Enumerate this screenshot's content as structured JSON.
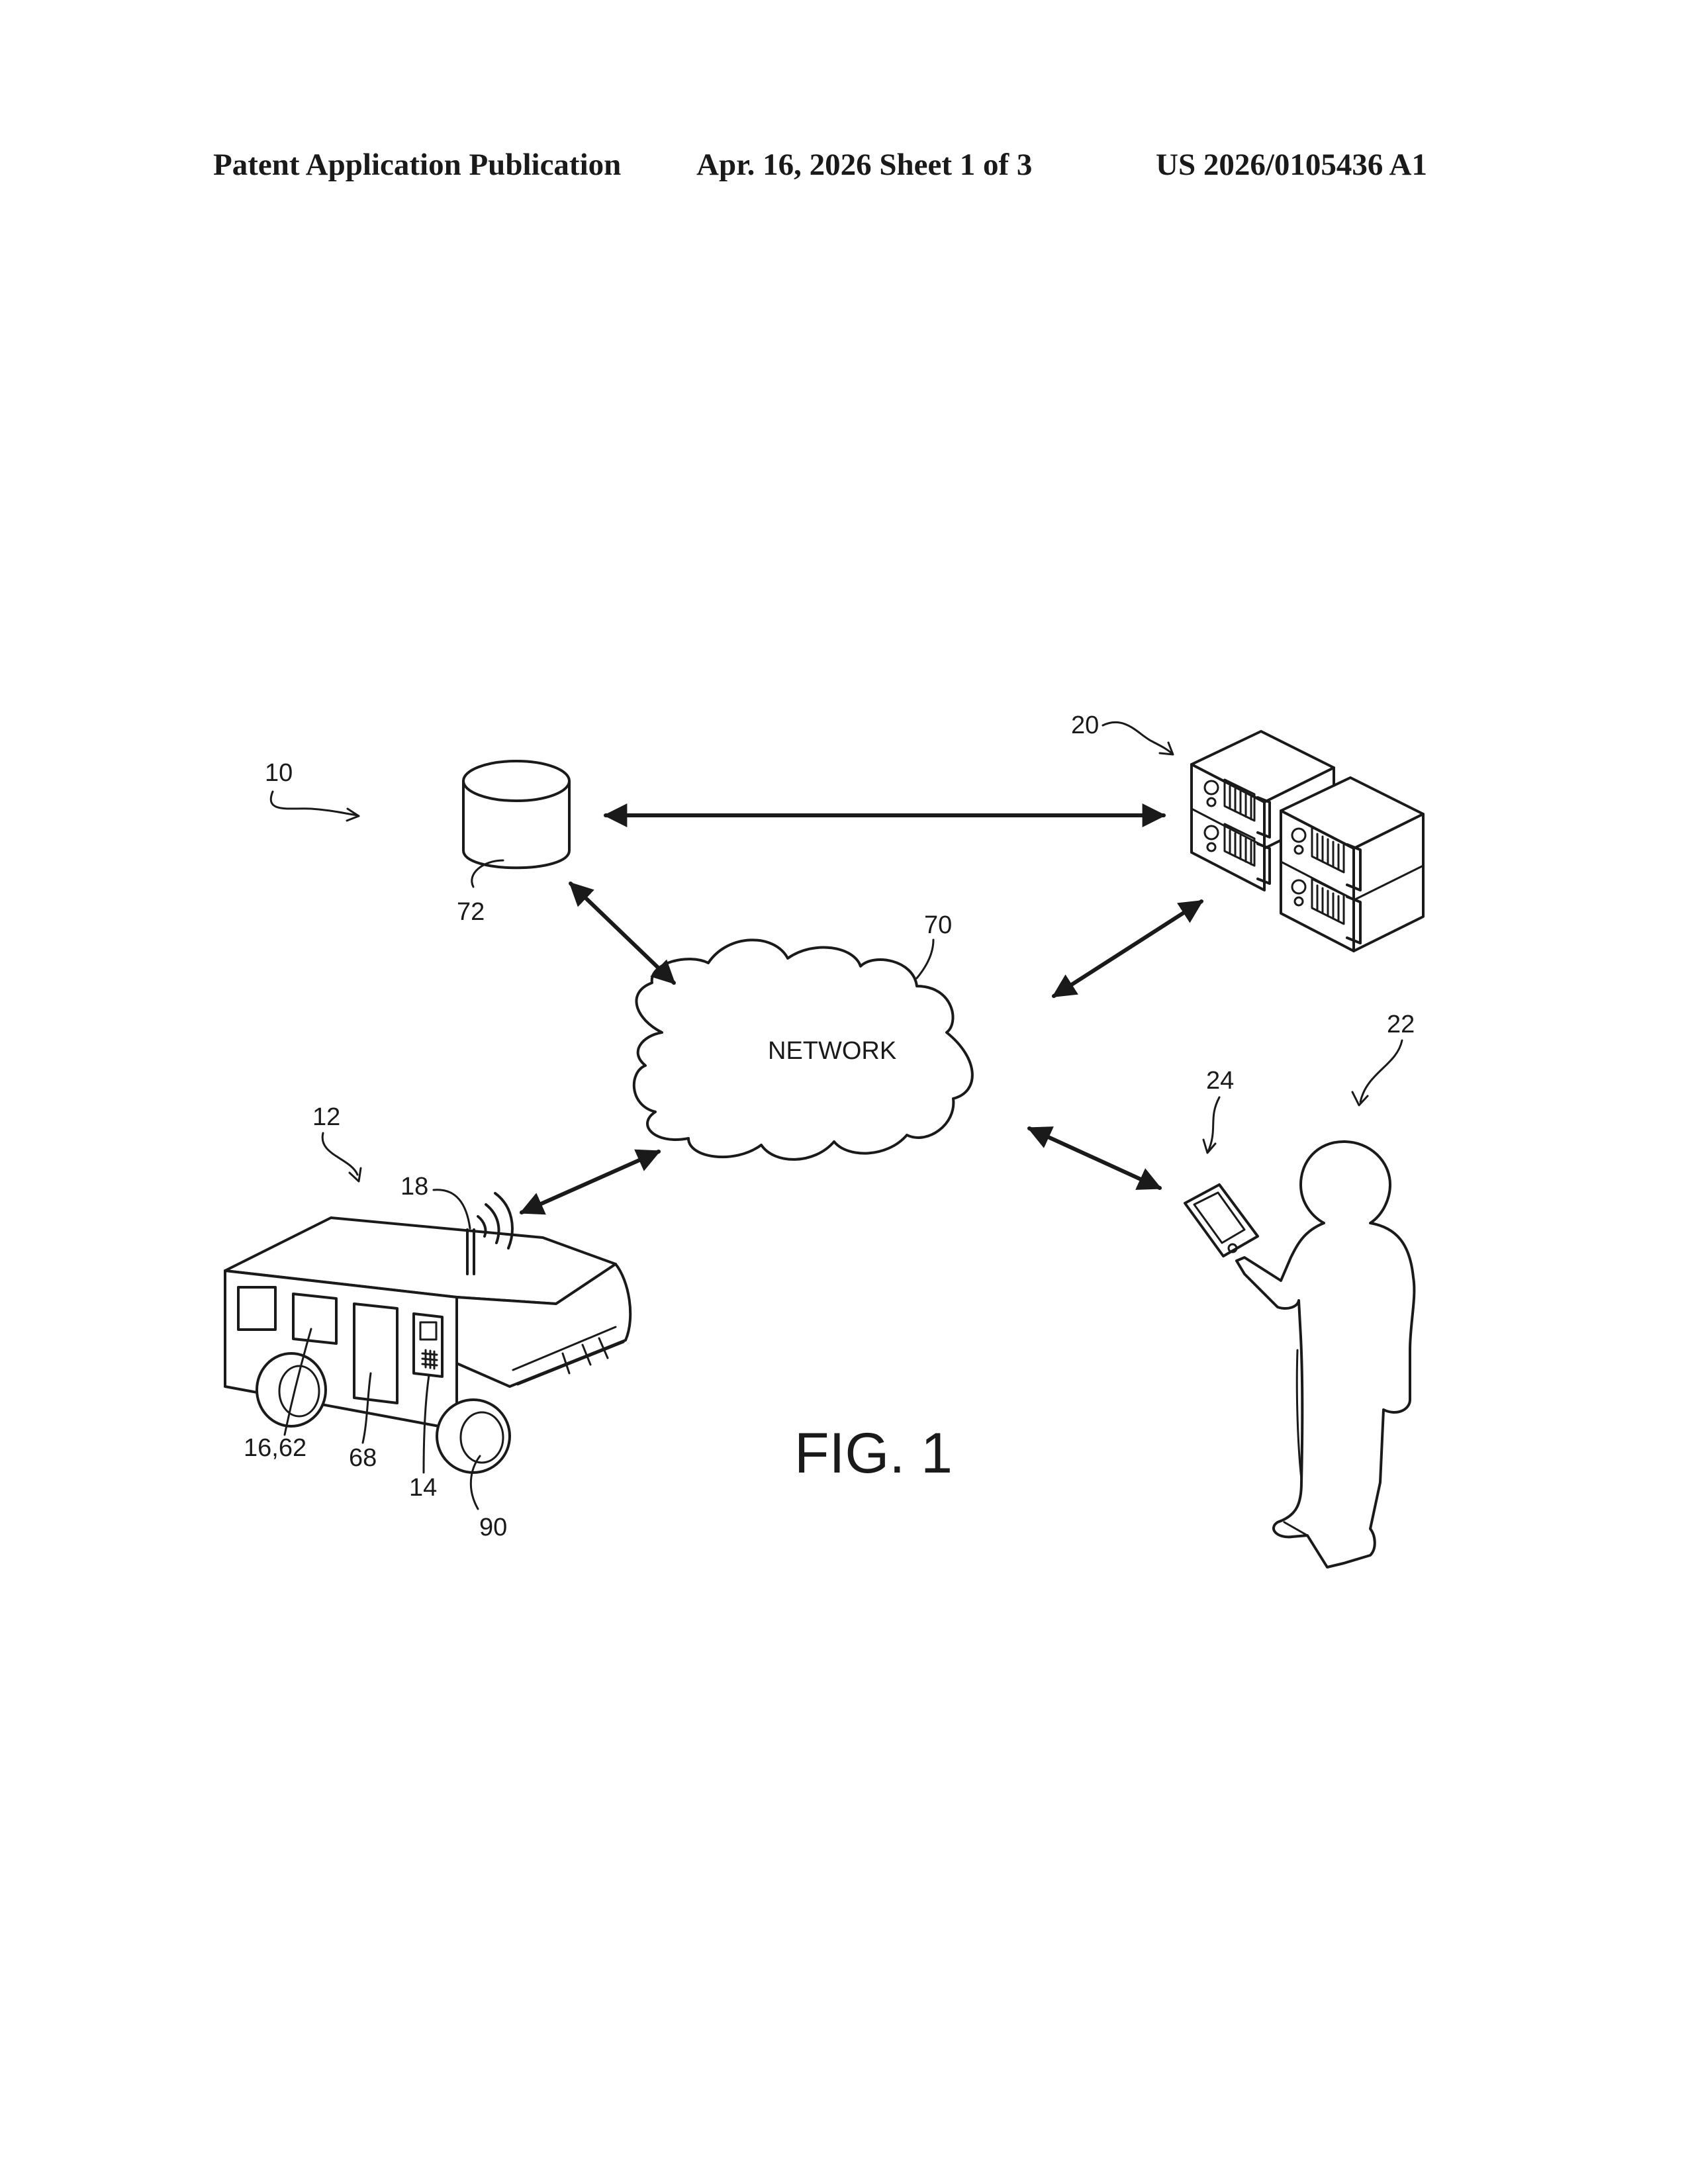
{
  "header": {
    "publication": "Patent Application Publication",
    "date_sheet": "Apr. 16, 2026  Sheet 1 of 3",
    "number": "US 2026/0105436 A1"
  },
  "figure": {
    "caption": "FIG. 1",
    "network_label": "NETWORK",
    "refs": {
      "system": "10",
      "vehicle": "12",
      "keypad": "14",
      "window_sensor": "16,62",
      "antenna": "18",
      "servers": "20",
      "user": "22",
      "device": "24",
      "door": "68",
      "network": "70",
      "database": "72",
      "wheel": "90"
    }
  }
}
